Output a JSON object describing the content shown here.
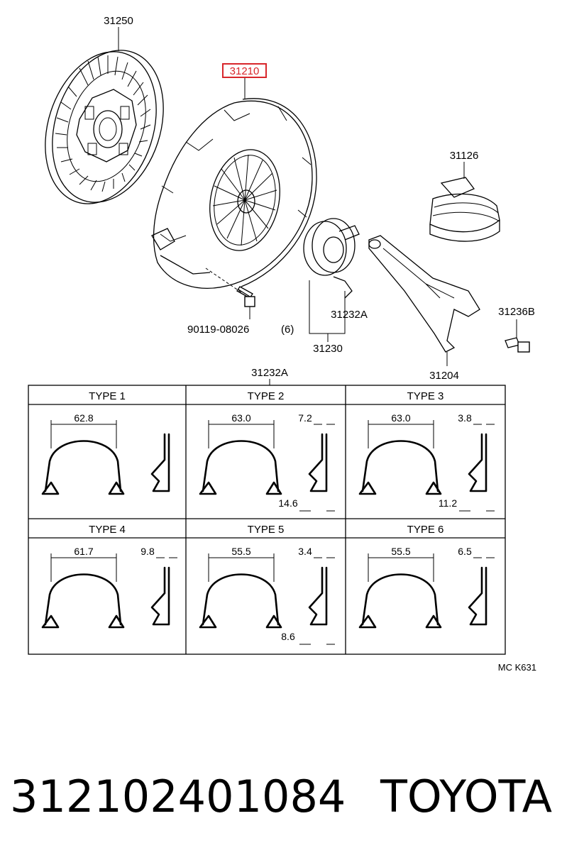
{
  "callouts": {
    "disc": "31250",
    "cover": "31210",
    "boot": "31126",
    "bolt": "90119-08026",
    "bolt_qty": "(6)",
    "clip_ref": "31232A",
    "bearing": "31230",
    "ball_stud": "31236B",
    "fork": "31204",
    "table_ref": "31232A"
  },
  "highlight_color": "#d8262b",
  "types": [
    {
      "label": "TYPE 1",
      "width": "62.8"
    },
    {
      "label": "TYPE 2",
      "width": "63.0",
      "gap": "7.2",
      "depth": "14.6"
    },
    {
      "label": "TYPE 3",
      "width": "63.0",
      "gap": "3.8",
      "depth": "11.2"
    },
    {
      "label": "TYPE 4",
      "width": "61.7",
      "gap": "9.8"
    },
    {
      "label": "TYPE 5",
      "width": "55.5",
      "gap": "3.4",
      "depth": "8.6"
    },
    {
      "label": "TYPE 6",
      "width": "55.5",
      "gap": "6.5"
    }
  ],
  "diagram_code": "MC K631",
  "footer": {
    "part_number": "31210240108​4",
    "brand": "TOYOTA"
  }
}
